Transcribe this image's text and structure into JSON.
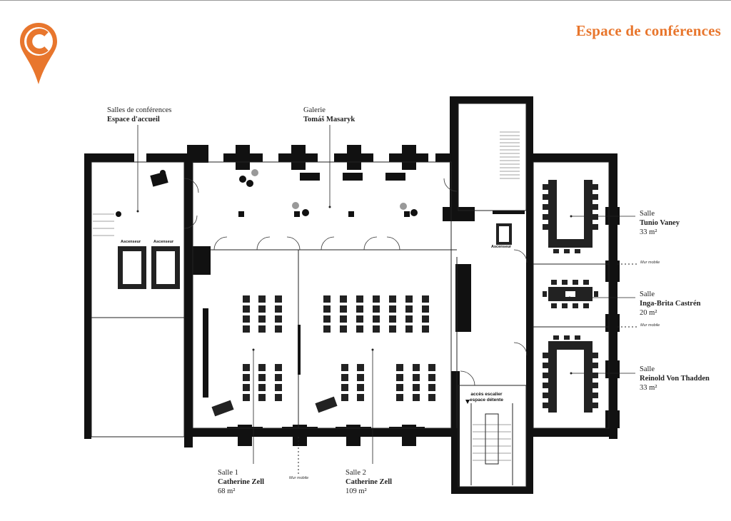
{
  "header": {
    "title": "Espace de conférences",
    "brand_color": "#e8762d"
  },
  "logo": {
    "icon": "location-pin-c-icon"
  },
  "labels": {
    "accueil": {
      "line1": "Salles de conférences",
      "line2": "Espace d'accueil"
    },
    "galerie": {
      "line1": "Galerie",
      "line2": "Tomáš Masaryk"
    },
    "tunio": {
      "line1": "Salle",
      "line2": "Tunio Vaney",
      "line3": "33 m²"
    },
    "inga": {
      "line1": "Salle",
      "line2": "Inga-Brita Castrén",
      "line3": "20 m²"
    },
    "reinold": {
      "line1": "Salle",
      "line2": "Reinold Von Thadden",
      "line3": "33 m²"
    },
    "salle1": {
      "line1": "Salle 1",
      "line2": "Catherine Zell",
      "line3": "68 m²"
    },
    "salle2": {
      "line1": "Salle 2",
      "line2": "Catherine Zell",
      "line3": "109 m²"
    }
  },
  "plan_text": {
    "ascenseur": "Ascenseur",
    "mur_mobile": "Mur mobile",
    "acces_line1": "accès escalier",
    "acces_line2": "espace détente"
  }
}
